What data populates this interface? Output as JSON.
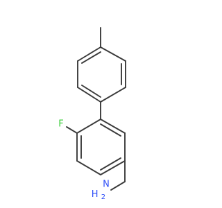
{
  "molecule": {
    "atoms": {
      "fluorine": {
        "label": "F",
        "color": "#33cc33"
      },
      "amine_n": {
        "label": "N",
        "color": "#3050f8"
      },
      "amine_h2": {
        "label": "H",
        "subscript": "2",
        "color": "#3050f8"
      }
    },
    "bond_color": "#3a3a3a"
  }
}
